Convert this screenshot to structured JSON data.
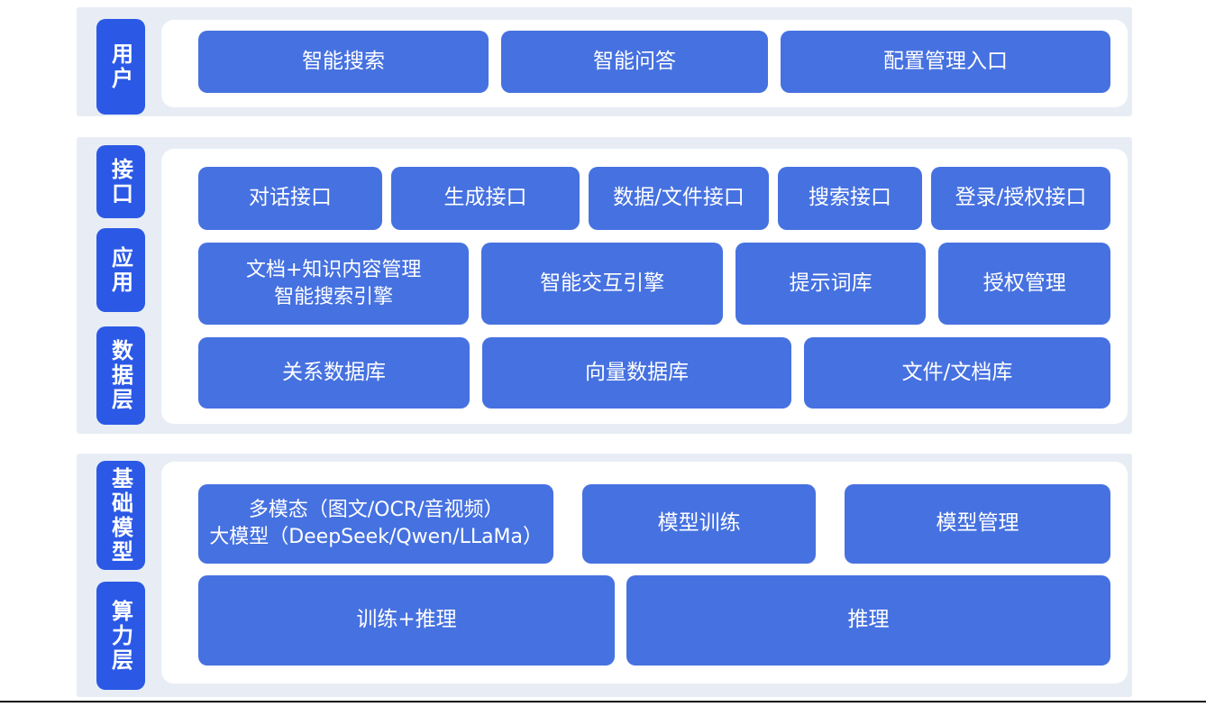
{
  "colors": {
    "section_bg": "#e8edf5",
    "node_blue": "#4671e0",
    "label_blue": "#2b59e6",
    "text": "#ffffff",
    "bottom_rule": "#0a0a0a"
  },
  "sections": [
    {
      "labels": [
        {
          "text": "用户"
        }
      ],
      "rows": [
        {
          "buttons": [
            {
              "label": "智能搜索"
            },
            {
              "label": "智能问答"
            },
            {
              "label": "配置管理入口"
            }
          ]
        }
      ]
    },
    {
      "labels": [
        {
          "text": "接口"
        },
        {
          "text": "应用"
        },
        {
          "text": "数据层"
        }
      ],
      "rows": [
        {
          "buttons": [
            {
              "label": "对话接口"
            },
            {
              "label": "生成接口"
            },
            {
              "label": "数据/文件接口"
            },
            {
              "label": "搜索接口"
            },
            {
              "label": "登录/授权接口"
            }
          ]
        },
        {
          "buttons": [
            {
              "label": "文档+知识内容管理\n智能搜索引擎"
            },
            {
              "label": "智能交互引擎"
            },
            {
              "label": "提示词库"
            },
            {
              "label": "授权管理"
            }
          ]
        },
        {
          "buttons": [
            {
              "label": "关系数据库"
            },
            {
              "label": "向量数据库"
            },
            {
              "label": "文件/文档库"
            }
          ]
        }
      ]
    },
    {
      "labels": [
        {
          "text": "基础模型"
        },
        {
          "text": "算力层"
        }
      ],
      "rows": [
        {
          "buttons": [
            {
              "label": "多模态（图文/OCR/音视频）\n大模型（DeepSeek/Qwen/LLaMa）"
            },
            {
              "label": "模型训练"
            },
            {
              "label": "模型管理"
            }
          ]
        },
        {
          "buttons": [
            {
              "label": "训练+推理"
            },
            {
              "label": "推理"
            }
          ]
        }
      ]
    }
  ]
}
